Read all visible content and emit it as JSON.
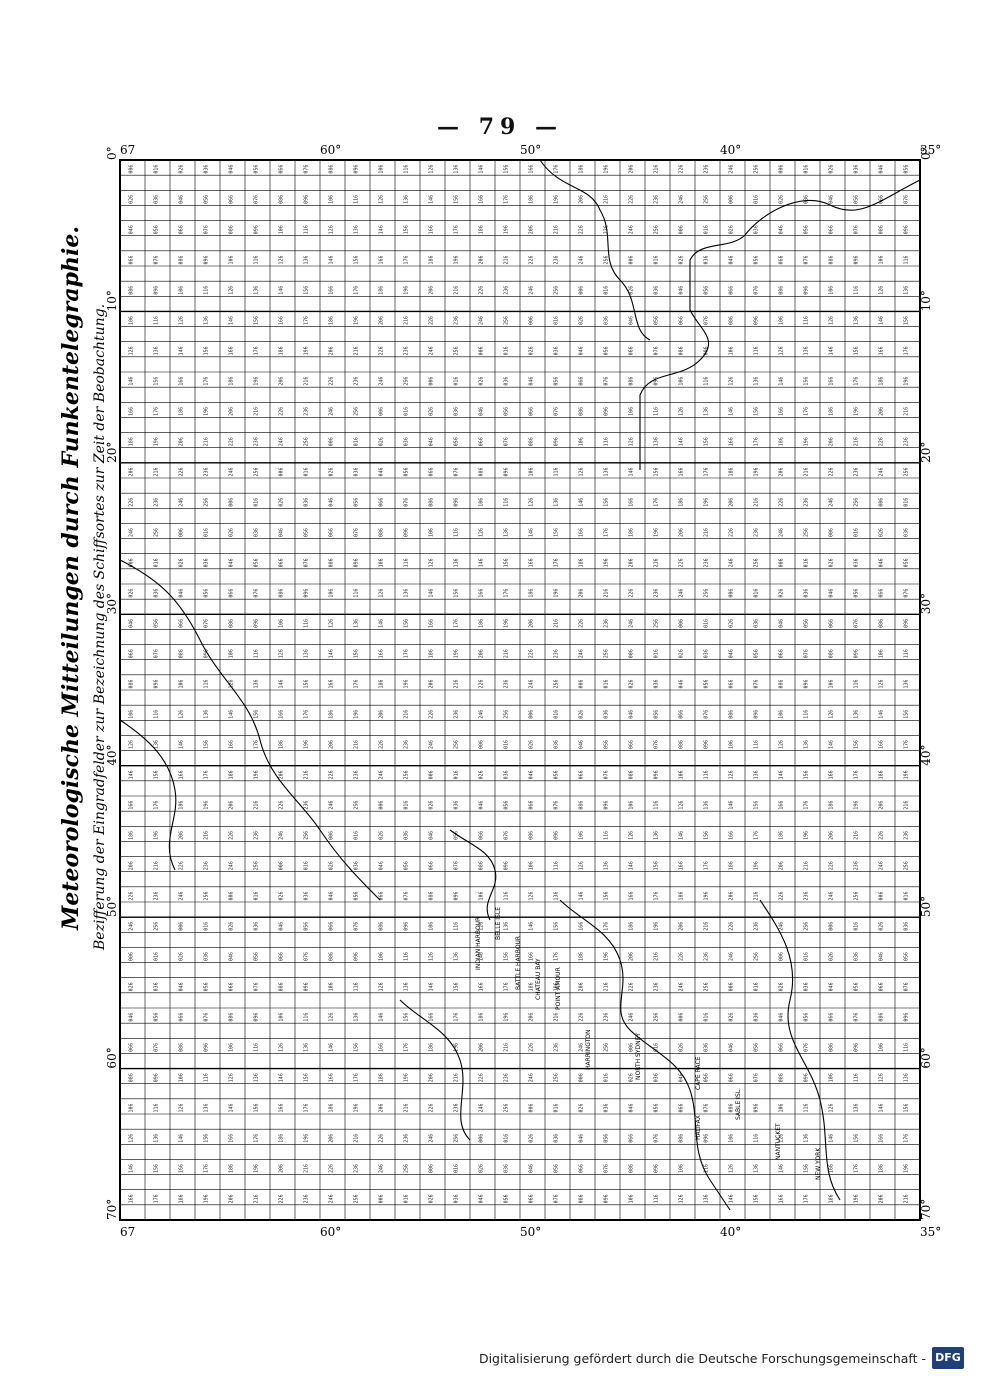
{
  "page": {
    "number": "— 79 —"
  },
  "map": {
    "title": "Meteorologische Mitteilungen durch Funkentelegraphie.",
    "subtitle": "Bezifferung der Eingradfelder zur Bezeichnung des Schiffsortes zur Zeit der Beobachtung.",
    "lat_top_labels": [
      "0°",
      "10°",
      "20°",
      "30°",
      "40°",
      "50°",
      "60°",
      "70°"
    ],
    "lat_bottom_labels": [
      "0°",
      "10°",
      "20°",
      "30°",
      "40°",
      "50°",
      "60°",
      "70°"
    ],
    "lon_labels": [
      "67",
      "60°",
      "50°",
      "40°",
      "35°"
    ],
    "lon_labels_right": [
      "67",
      "60°",
      "50°",
      "40°",
      "35°"
    ],
    "place_labels": [
      "HARRINGTON",
      "NORTH SYDNEY",
      "CAPE RACE",
      "BATTLE HARBOUR",
      "CHATEAU BAY",
      "POINT AMOUR",
      "INDIAN HARBOUR",
      "BELLE ISLE",
      "SABLE ISL.",
      "HALIFAX",
      "NANTUCKET",
      "NEW YORK"
    ],
    "grid": {
      "rows": 32,
      "cols": 70,
      "first_column_numbers": [
        "006",
        "016",
        "026",
        "036",
        "046",
        "056",
        "066",
        "076",
        "086",
        "096",
        "106",
        "116",
        "126",
        "136",
        "146",
        "156",
        "166",
        "176",
        "186",
        "196",
        "206",
        "216",
        "226",
        "236",
        "246",
        "256"
      ]
    }
  },
  "footer": {
    "text": "Digitalisierung gefördert durch die Deutsche Forschungsgemeinschaft -",
    "logo": "DFG",
    "logo_icon": "dfg-logo-icon"
  }
}
